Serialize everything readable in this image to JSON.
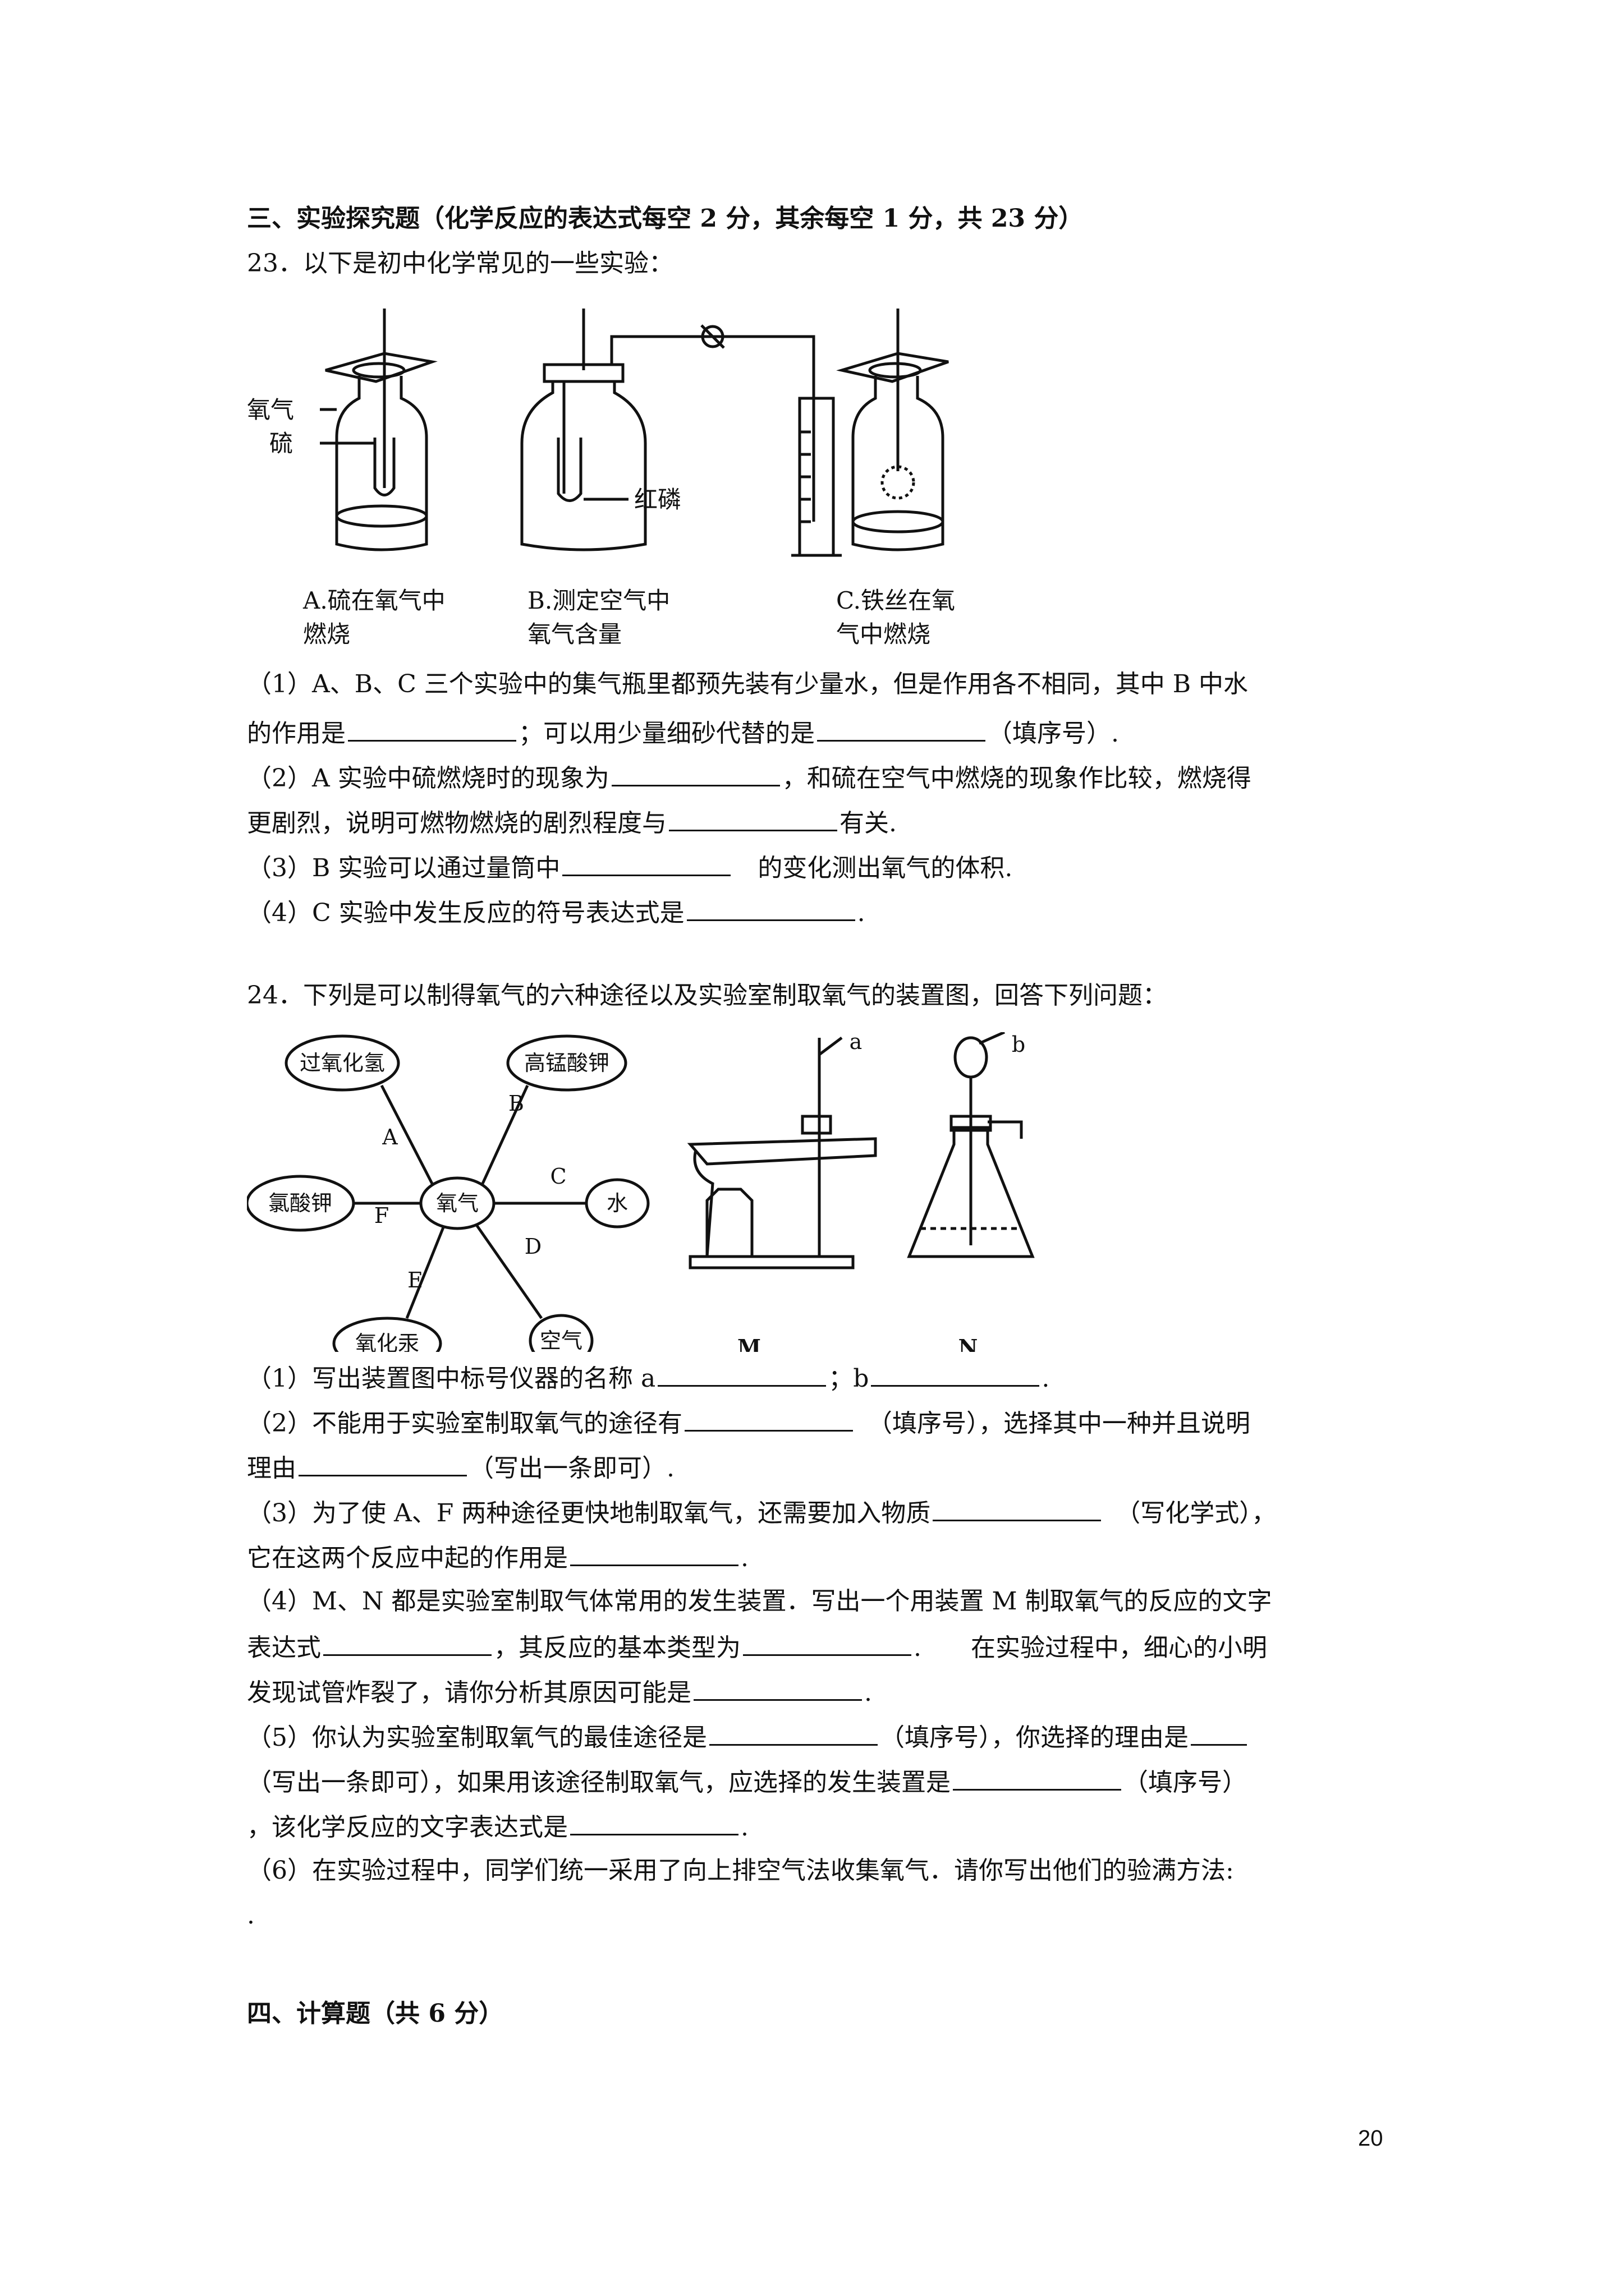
{
  "section3": {
    "heading": "三、实验探究题（化学反应的表达式每空 2 分，其余每空 1 分，共 23 分）"
  },
  "q23": {
    "stem": "23．以下是初中化学常见的一些实验：",
    "figure": {
      "label_oxygen": "氧气",
      "label_sulfur": "硫",
      "label_red_phosphorus": "红磷",
      "caption_a_line1": "A.硫在氧气中",
      "caption_a_line2": "燃烧",
      "caption_b_line1": "B.测定空气中",
      "caption_b_line2": "氧气含量",
      "caption_c_line1": "C.铁丝在氧",
      "caption_c_line2": "气中燃烧"
    },
    "p1_a": "（1）A、B、C 三个实验中的集气瓶里都预先装有少量水，但是作用各不相同，其中 B 中水",
    "p1_b1": "的作用是",
    "p1_b2": "；可以用少量细砂代替的是",
    "p1_b3": "（填序号）.",
    "p2_a1": "（2）A 实验中硫燃烧时的现象为",
    "p2_a2": "，和硫在空气中燃烧的现象作比较，燃烧得",
    "p2_b1": "更剧烈，说明可燃物燃烧的剧烈程度与",
    "p2_b2": "有关.",
    "p3_1": "（3）B 实验可以通过量筒中",
    "p3_2": "的变化测出氧气的体积.",
    "p4_1": "（4）C 实验中发生反应的符号表达式是",
    "p4_2": "."
  },
  "q24": {
    "stem": "24．下列是可以制得氧气的六种途径以及实验室制取氧气的装置图，回答下列问题：",
    "figure": {
      "center": "氧气",
      "hydrogen_peroxide": "过氧化氢",
      "potassium_permanganate": "高锰酸钾",
      "potassium_chlorate": "氯酸钾",
      "water": "水",
      "mercuric_oxide": "氧化汞",
      "air": "空气",
      "route_a": "A",
      "route_b": "B",
      "route_c": "C",
      "route_d": "D",
      "route_e": "E",
      "route_f": "F",
      "label_a": "a",
      "label_b": "b",
      "apparatus_m": "M",
      "apparatus_n": "N"
    },
    "p1_1": "（1）写出装置图中标号仪器的名称 a",
    "p1_2": "；b",
    "p1_3": ".",
    "p2_a1": "（2）不能用于实验室制取氧气的途径有",
    "p2_a2": "（填序号），选择其中一种并且说明",
    "p2_b1": "理由",
    "p2_b2": "（写出一条即可）.",
    "p3_a1": "（3）为了使 A、F 两种途径更快地制取氧气，还需要加入物质",
    "p3_a2": "（写化学式），",
    "p3_b1": "它在这两个反应中起的作用是",
    "p3_b2": ".",
    "p4_a": "（4）M、N 都是实验室制取气体常用的发生装置．写出一个用装置 M 制取氧气的反应的文字",
    "p4_b1": "表达式",
    "p4_b2": "，其反应的基本类型为",
    "p4_b3": ".　　在实验过程中，细心的小明",
    "p4_c1": "发现试管炸裂了，请你分析其原因可能是",
    "p4_c2": ".",
    "p5_a1": "（5）你认为实验室制取氧气的最佳途径是",
    "p5_a2": "（填序号），你选择的理由是",
    "p5_b1": "（写出一条即可），如果用该途径制取氧气，应选择的发生装置是",
    "p5_b2": "（填序号）",
    "p5_c1": "，该化学反应的文字表达式是",
    "p5_c2": ".",
    "p6_a": "（6）在实验过程中，同学们统一采用了向上排空气法收集氧气．请你写出他们的验满方法:",
    "p6_b": "."
  },
  "section4": {
    "heading": "四、计算题（共 6 分）"
  },
  "page_number": "20"
}
